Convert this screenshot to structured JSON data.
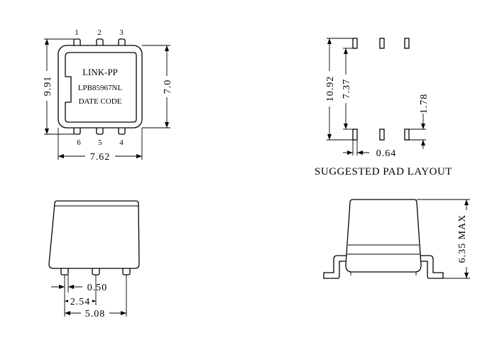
{
  "top_view": {
    "pins_top": [
      "1",
      "2",
      "3"
    ],
    "pins_bottom": [
      "6",
      "5",
      "4"
    ],
    "marking": {
      "brand": "LINK-PP",
      "part_number": "LPB85967NL",
      "date_code": "DATE CODE"
    },
    "dim_height_overall": "9.91",
    "dim_body_height": "7.0",
    "dim_width": "7.62"
  },
  "pad_layout": {
    "dim_overall": "10.92",
    "dim_inner": "7.37",
    "dim_pad_length": "1.78",
    "dim_pad_width": "0.64",
    "caption": "SUGGESTED PAD LAYOUT"
  },
  "front_view": {
    "dim_lead_width": "0.50",
    "dim_pitch": "2.54",
    "dim_span": "5.08"
  },
  "side_view": {
    "dim_height": "6.35 MAX"
  }
}
